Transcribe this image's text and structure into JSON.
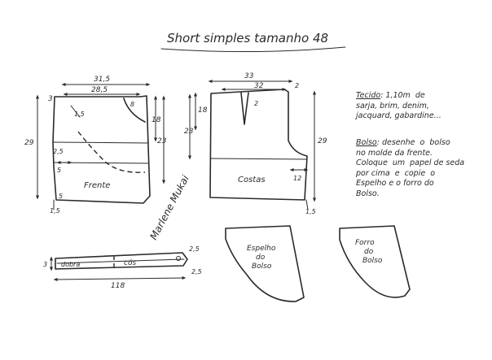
{
  "title": "Short  simples tamanho 48",
  "front": {
    "label": "Frente",
    "dims": [
      "31,5",
      "28,5",
      "3",
      "1,5",
      "5",
      "18",
      "8",
      "23",
      "29",
      "2,5",
      "5",
      "1,5"
    ]
  },
  "back": {
    "label": "Costas",
    "dims": [
      "33",
      "32",
      "2",
      "2",
      "18",
      "23",
      "29",
      "12",
      "1,5"
    ]
  },
  "notes": {
    "fabric_label": "Tecido",
    "fabric_text": ": 1,10m  de\nsarja, brim, denim,\njacquard, gabardine...",
    "pocket_label": "Bolso",
    "pocket_text": ": desenhe  o  bolso\nno molde da frente.\nColoque  um  papel de seda\npor cima  e  copie  o\nEspelho e o forro do\nBolso."
  },
  "signature": "Marlene Mukai",
  "waistband": {
    "fold_label": "dobra",
    "cos_label": "cós",
    "dims": [
      "3",
      "118",
      "2,5",
      "2,5"
    ]
  },
  "pocket_facing": {
    "line1": "Espelho",
    "line2": "do",
    "line3": "Bolso"
  },
  "pocket_lining": {
    "line1": "Forro",
    "line2": "do",
    "line3": "Bolso"
  }
}
